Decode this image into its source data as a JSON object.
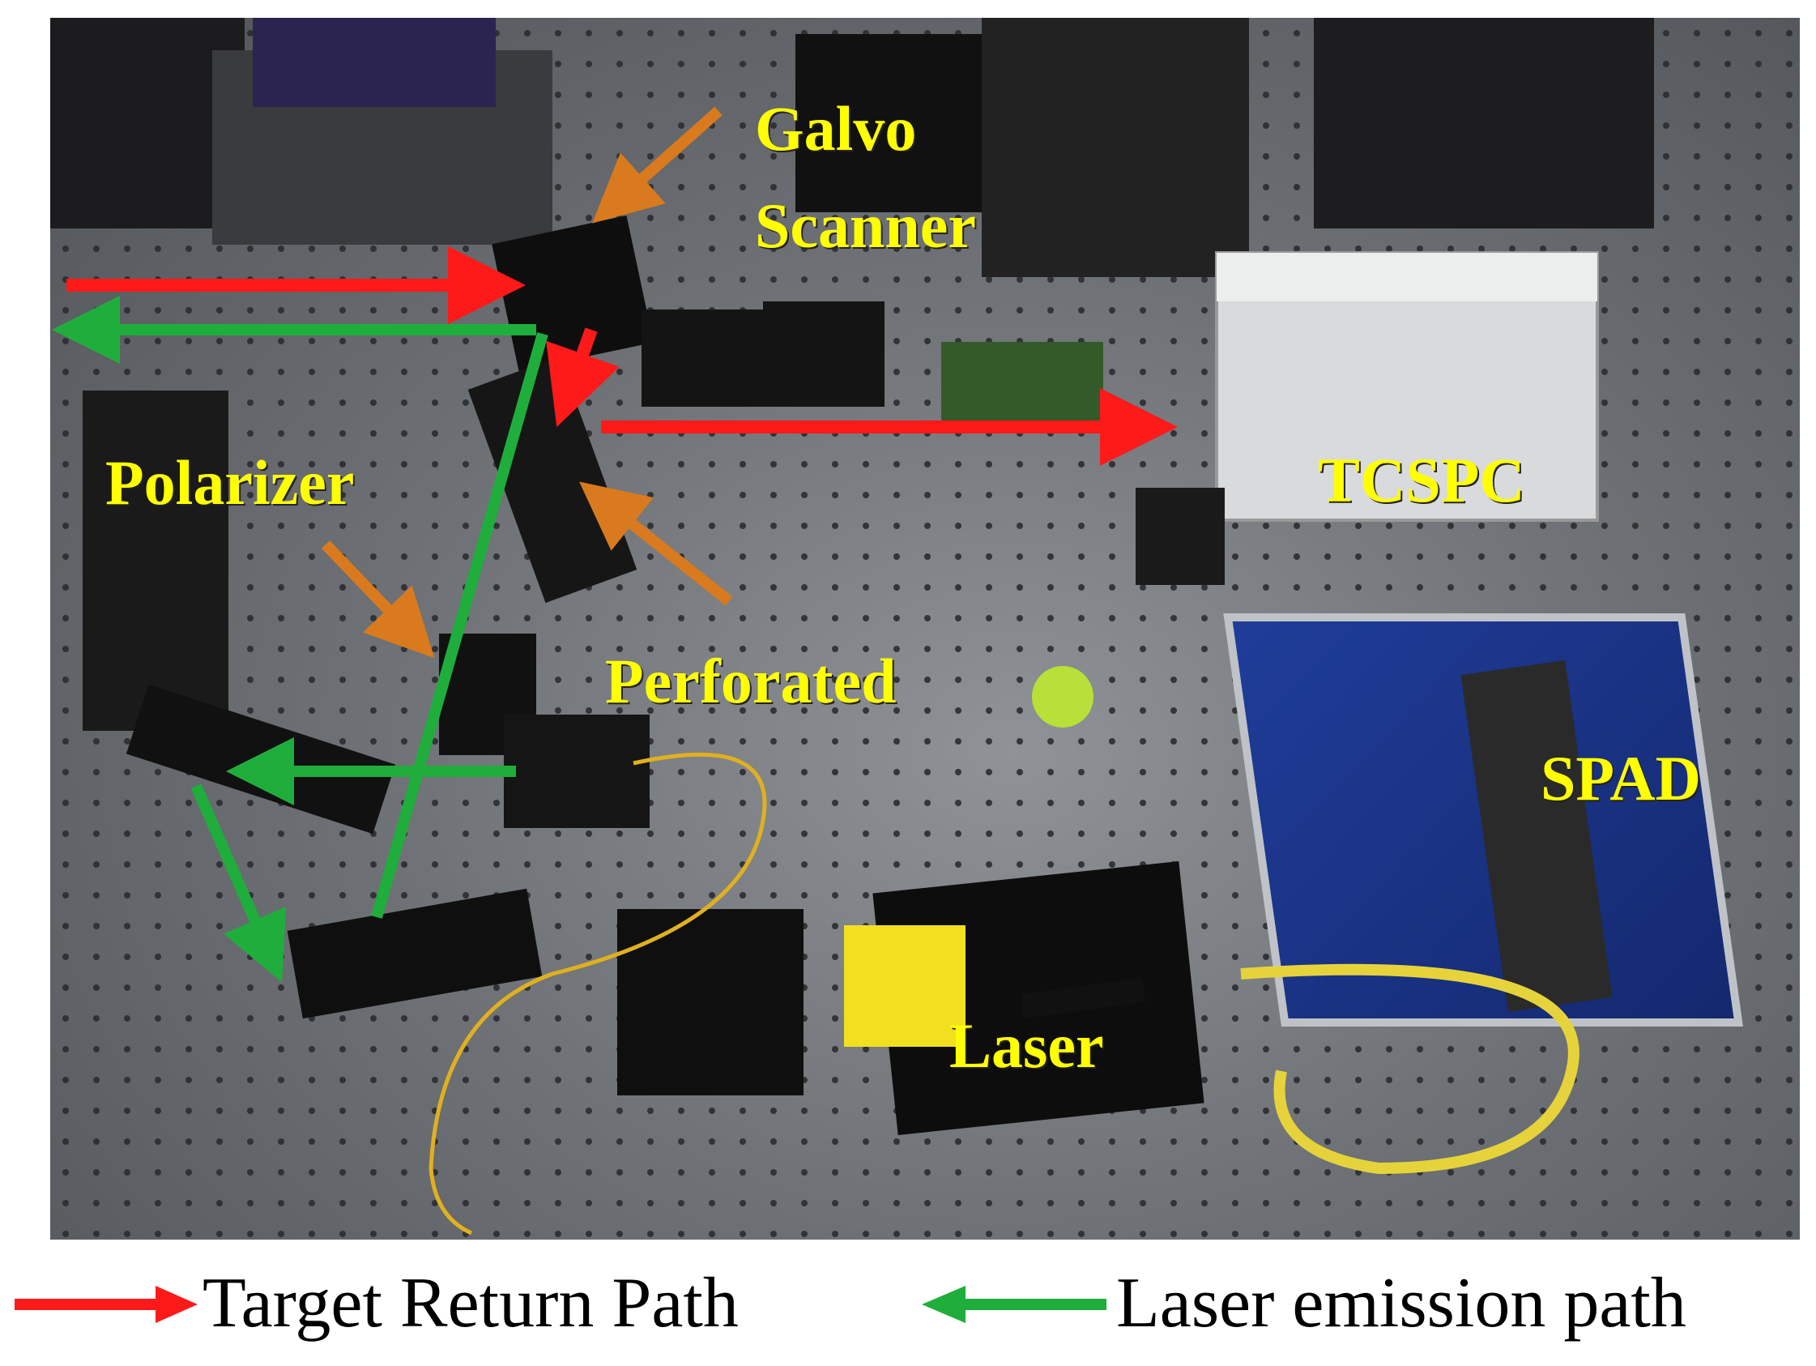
{
  "labels": {
    "galvo_line1": "Galvo",
    "galvo_line2": "Scanner",
    "polarizer": "Polarizer",
    "perforated": "Perforated",
    "tcspc": "TCSPC",
    "spad": "SPAD",
    "laser": "Laser"
  },
  "legend": {
    "target_return": "Target Return Path",
    "laser_emission": "Laser emission path"
  },
  "colors": {
    "label": "#ffff00",
    "return_path": "#ff1a1a",
    "emission_path": "#1fae3c",
    "pointer_arrow": "#d97a1e"
  }
}
